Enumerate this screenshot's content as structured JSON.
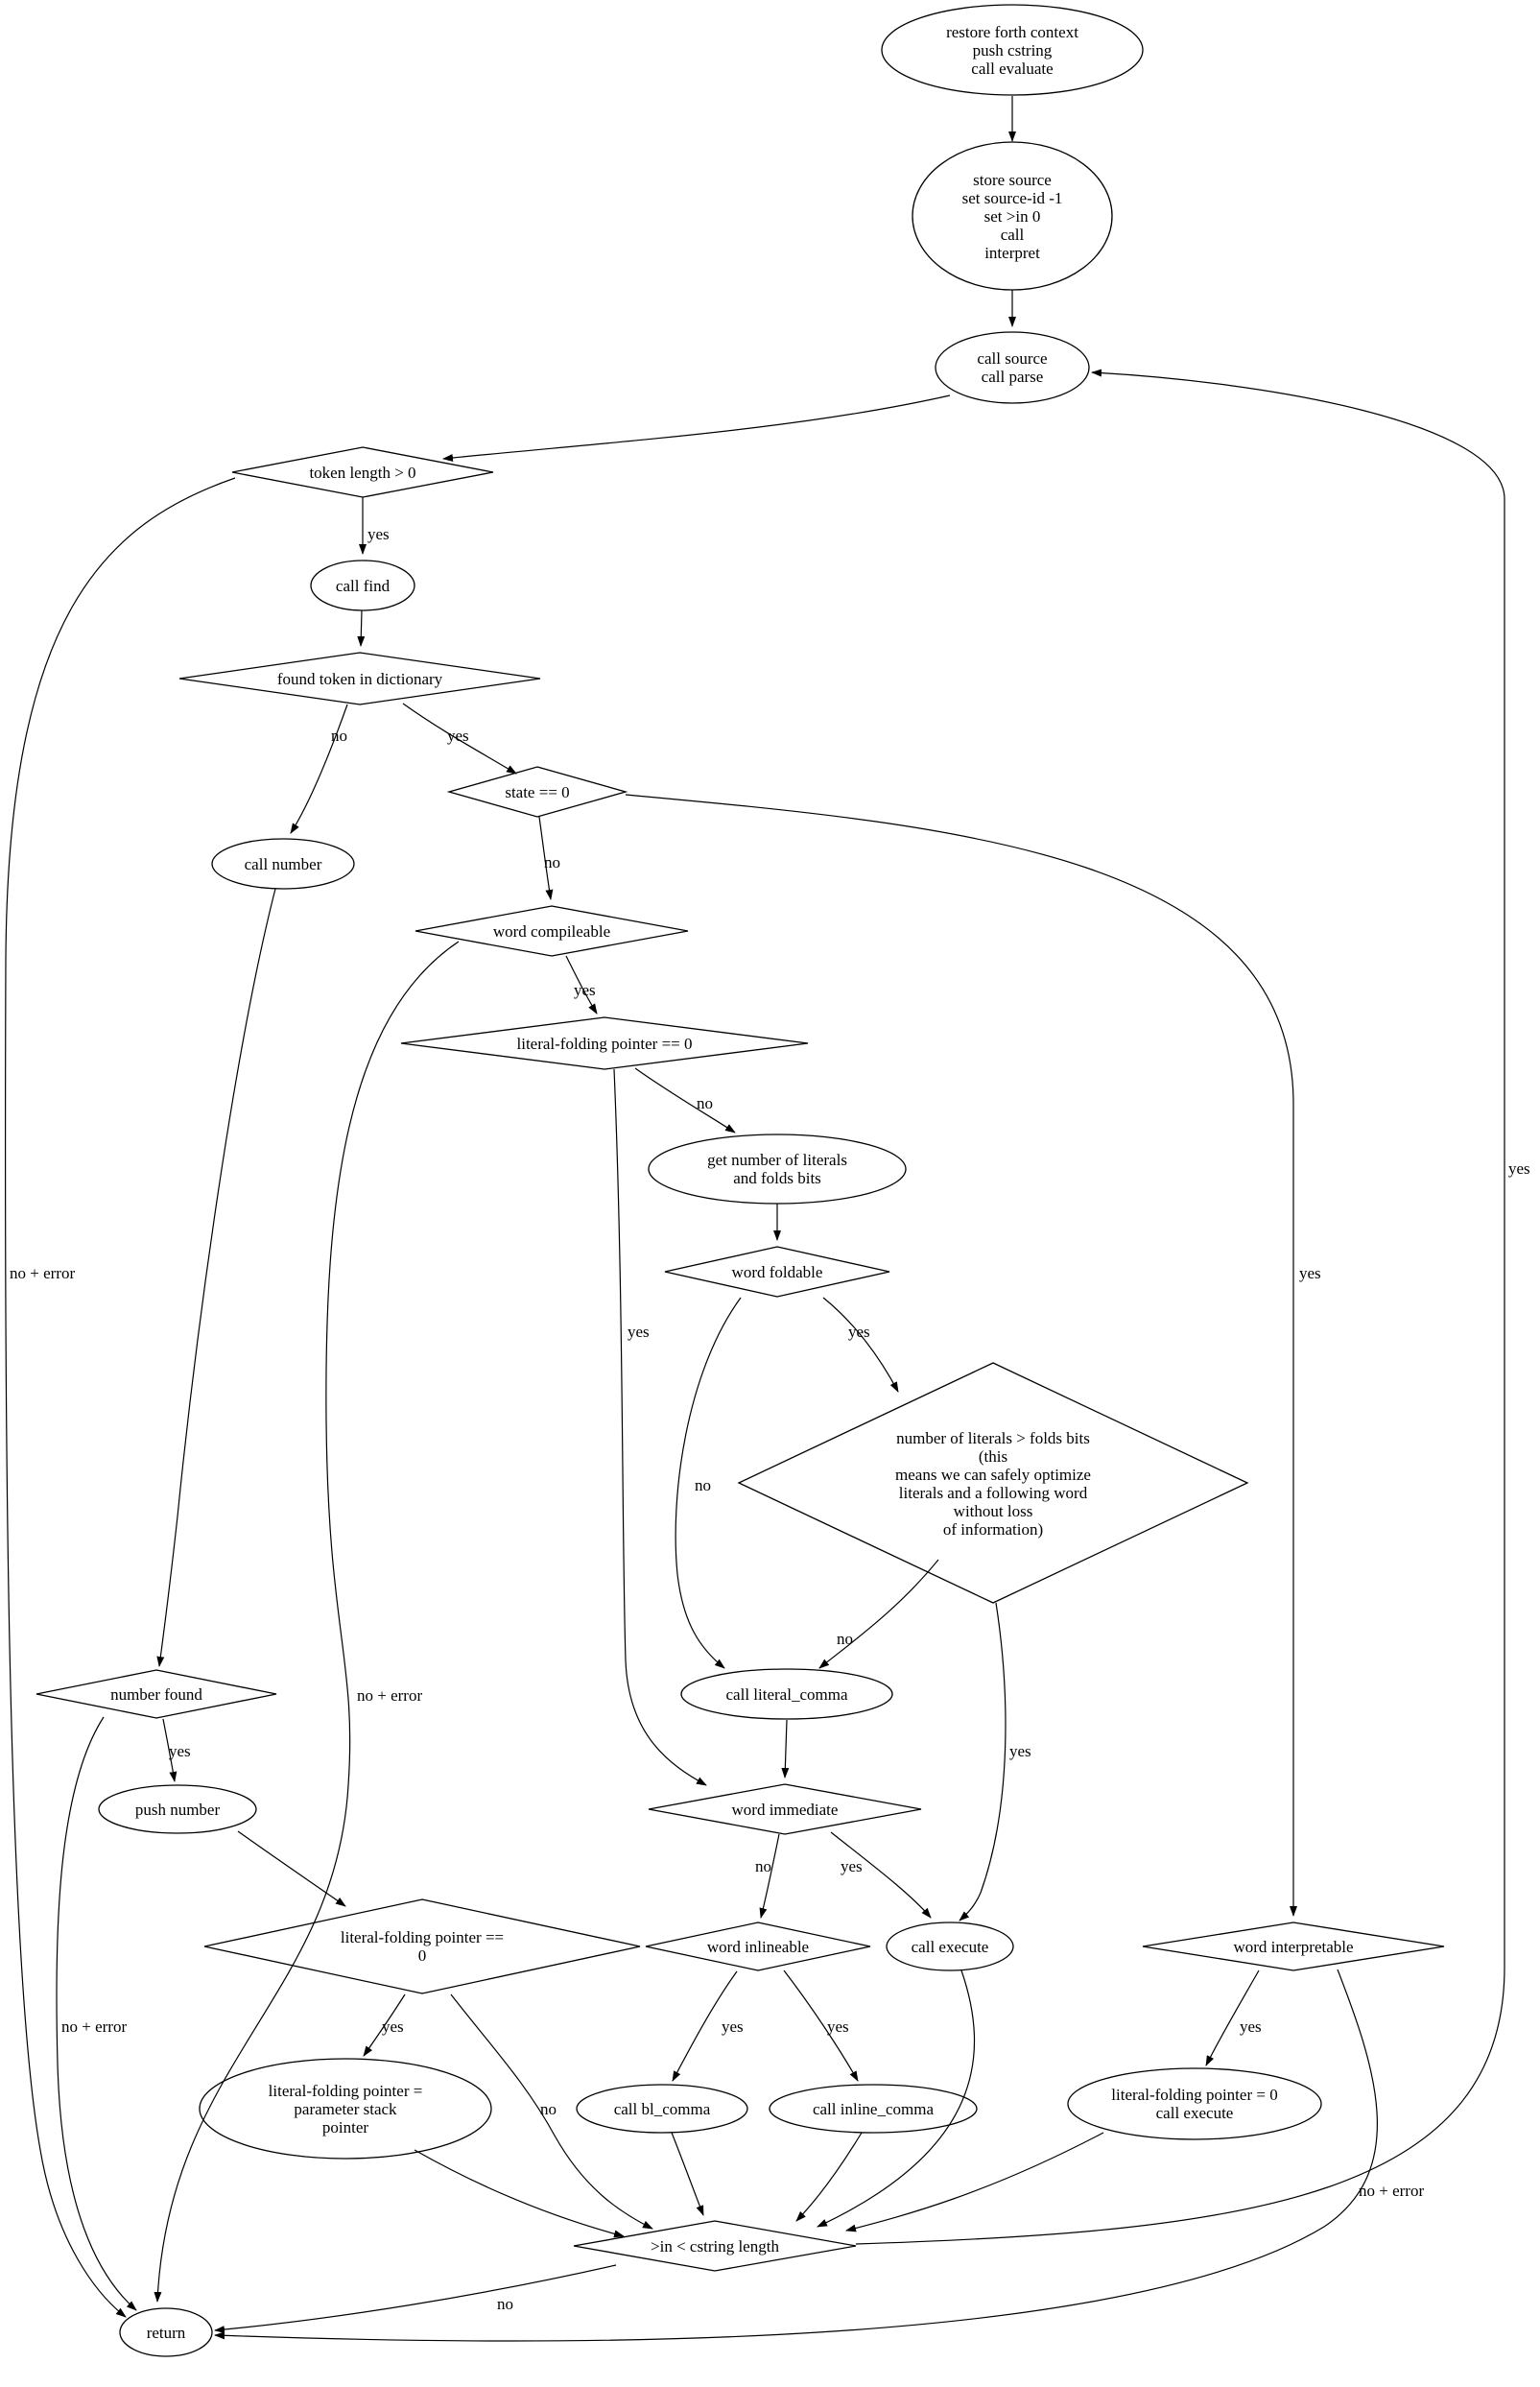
{
  "diagram": {
    "title": "forth evaluate/interpret flowchart",
    "background_color": "#ffffff",
    "line_color": "#000000"
  },
  "nodes": {
    "restore_forth": {
      "type": "process",
      "lines": [
        "restore forth context",
        "push cstring",
        "call evaluate"
      ]
    },
    "store_source": {
      "type": "process",
      "lines": [
        "store source",
        "set source-id -1",
        "set >in 0",
        "call",
        "interpret"
      ]
    },
    "call_source": {
      "type": "process",
      "lines": [
        "call source",
        "call parse"
      ]
    },
    "token_length": {
      "type": "decision",
      "lines": [
        "token length > 0"
      ]
    },
    "call_find": {
      "type": "process",
      "lines": [
        "call find"
      ]
    },
    "found_token": {
      "type": "decision",
      "lines": [
        "found token in dictionary"
      ]
    },
    "call_number": {
      "type": "process",
      "lines": [
        "call number"
      ]
    },
    "state_zero": {
      "type": "decision",
      "lines": [
        "state == 0"
      ]
    },
    "word_compileable": {
      "type": "decision",
      "lines": [
        "word compileable"
      ]
    },
    "lfp_zero_top": {
      "type": "decision",
      "lines": [
        "literal-folding pointer == 0"
      ]
    },
    "get_literals": {
      "type": "process",
      "lines": [
        "get number of literals",
        "and folds bits"
      ]
    },
    "word_foldable": {
      "type": "decision",
      "lines": [
        "word foldable"
      ]
    },
    "literals_gt_folds": {
      "type": "decision",
      "lines": [
        "number of literals > folds bits",
        "(this",
        "means we can safely optimize",
        "literals and a following word",
        "without loss",
        "of information)"
      ]
    },
    "call_literal_comma": {
      "type": "process",
      "lines": [
        "call literal_comma"
      ]
    },
    "word_immediate": {
      "type": "decision",
      "lines": [
        "word immediate"
      ]
    },
    "word_inlineable": {
      "type": "decision",
      "lines": [
        "word inlineable"
      ]
    },
    "call_execute": {
      "type": "process",
      "lines": [
        "call execute"
      ]
    },
    "word_interpretable": {
      "type": "decision",
      "lines": [
        "word interpretable"
      ]
    },
    "number_found": {
      "type": "decision",
      "lines": [
        "number found"
      ]
    },
    "push_number": {
      "type": "process",
      "lines": [
        "push number"
      ]
    },
    "lfp_zero_bottom": {
      "type": "decision",
      "lines": [
        "literal-folding pointer ==",
        "0"
      ]
    },
    "lfp_param": {
      "type": "process",
      "lines": [
        "literal-folding pointer =",
        "parameter stack",
        "pointer"
      ]
    },
    "call_bl_comma": {
      "type": "process",
      "lines": [
        "call bl_comma"
      ]
    },
    "call_inline_comma": {
      "type": "process",
      "lines": [
        "call inline_comma"
      ]
    },
    "lfp_zero_execute": {
      "type": "process",
      "lines": [
        "literal-folding pointer = 0",
        "call execute"
      ]
    },
    "in_lt_cstring": {
      "type": "decision",
      "lines": [
        ">in < cstring length"
      ]
    },
    "return_node": {
      "type": "process",
      "lines": [
        "return"
      ]
    }
  },
  "edge_labels": {
    "token_yes": "yes",
    "token_no_error": "no + error",
    "found_no": "no",
    "found_yes": "yes",
    "state_no": "no",
    "state_yes": "yes",
    "compileable_yes": "yes",
    "compileable_no_error": "no + error",
    "lfp_top_no": "no",
    "lfp_top_yes": "yes",
    "foldable_yes": "yes",
    "foldable_no": "no",
    "big_no": "no",
    "big_yes": "yes",
    "immediate_no": "no",
    "immediate_yes": "yes",
    "inlineable_yes_left": "yes",
    "inlineable_yes_right": "yes",
    "number_yes": "yes",
    "number_no_error": "no + error",
    "lfpb_yes": "yes",
    "lfpb_no": "no",
    "interp_yes": "yes",
    "interp_no_error": "no + error",
    "in_no": "no",
    "in_yes": "yes"
  }
}
